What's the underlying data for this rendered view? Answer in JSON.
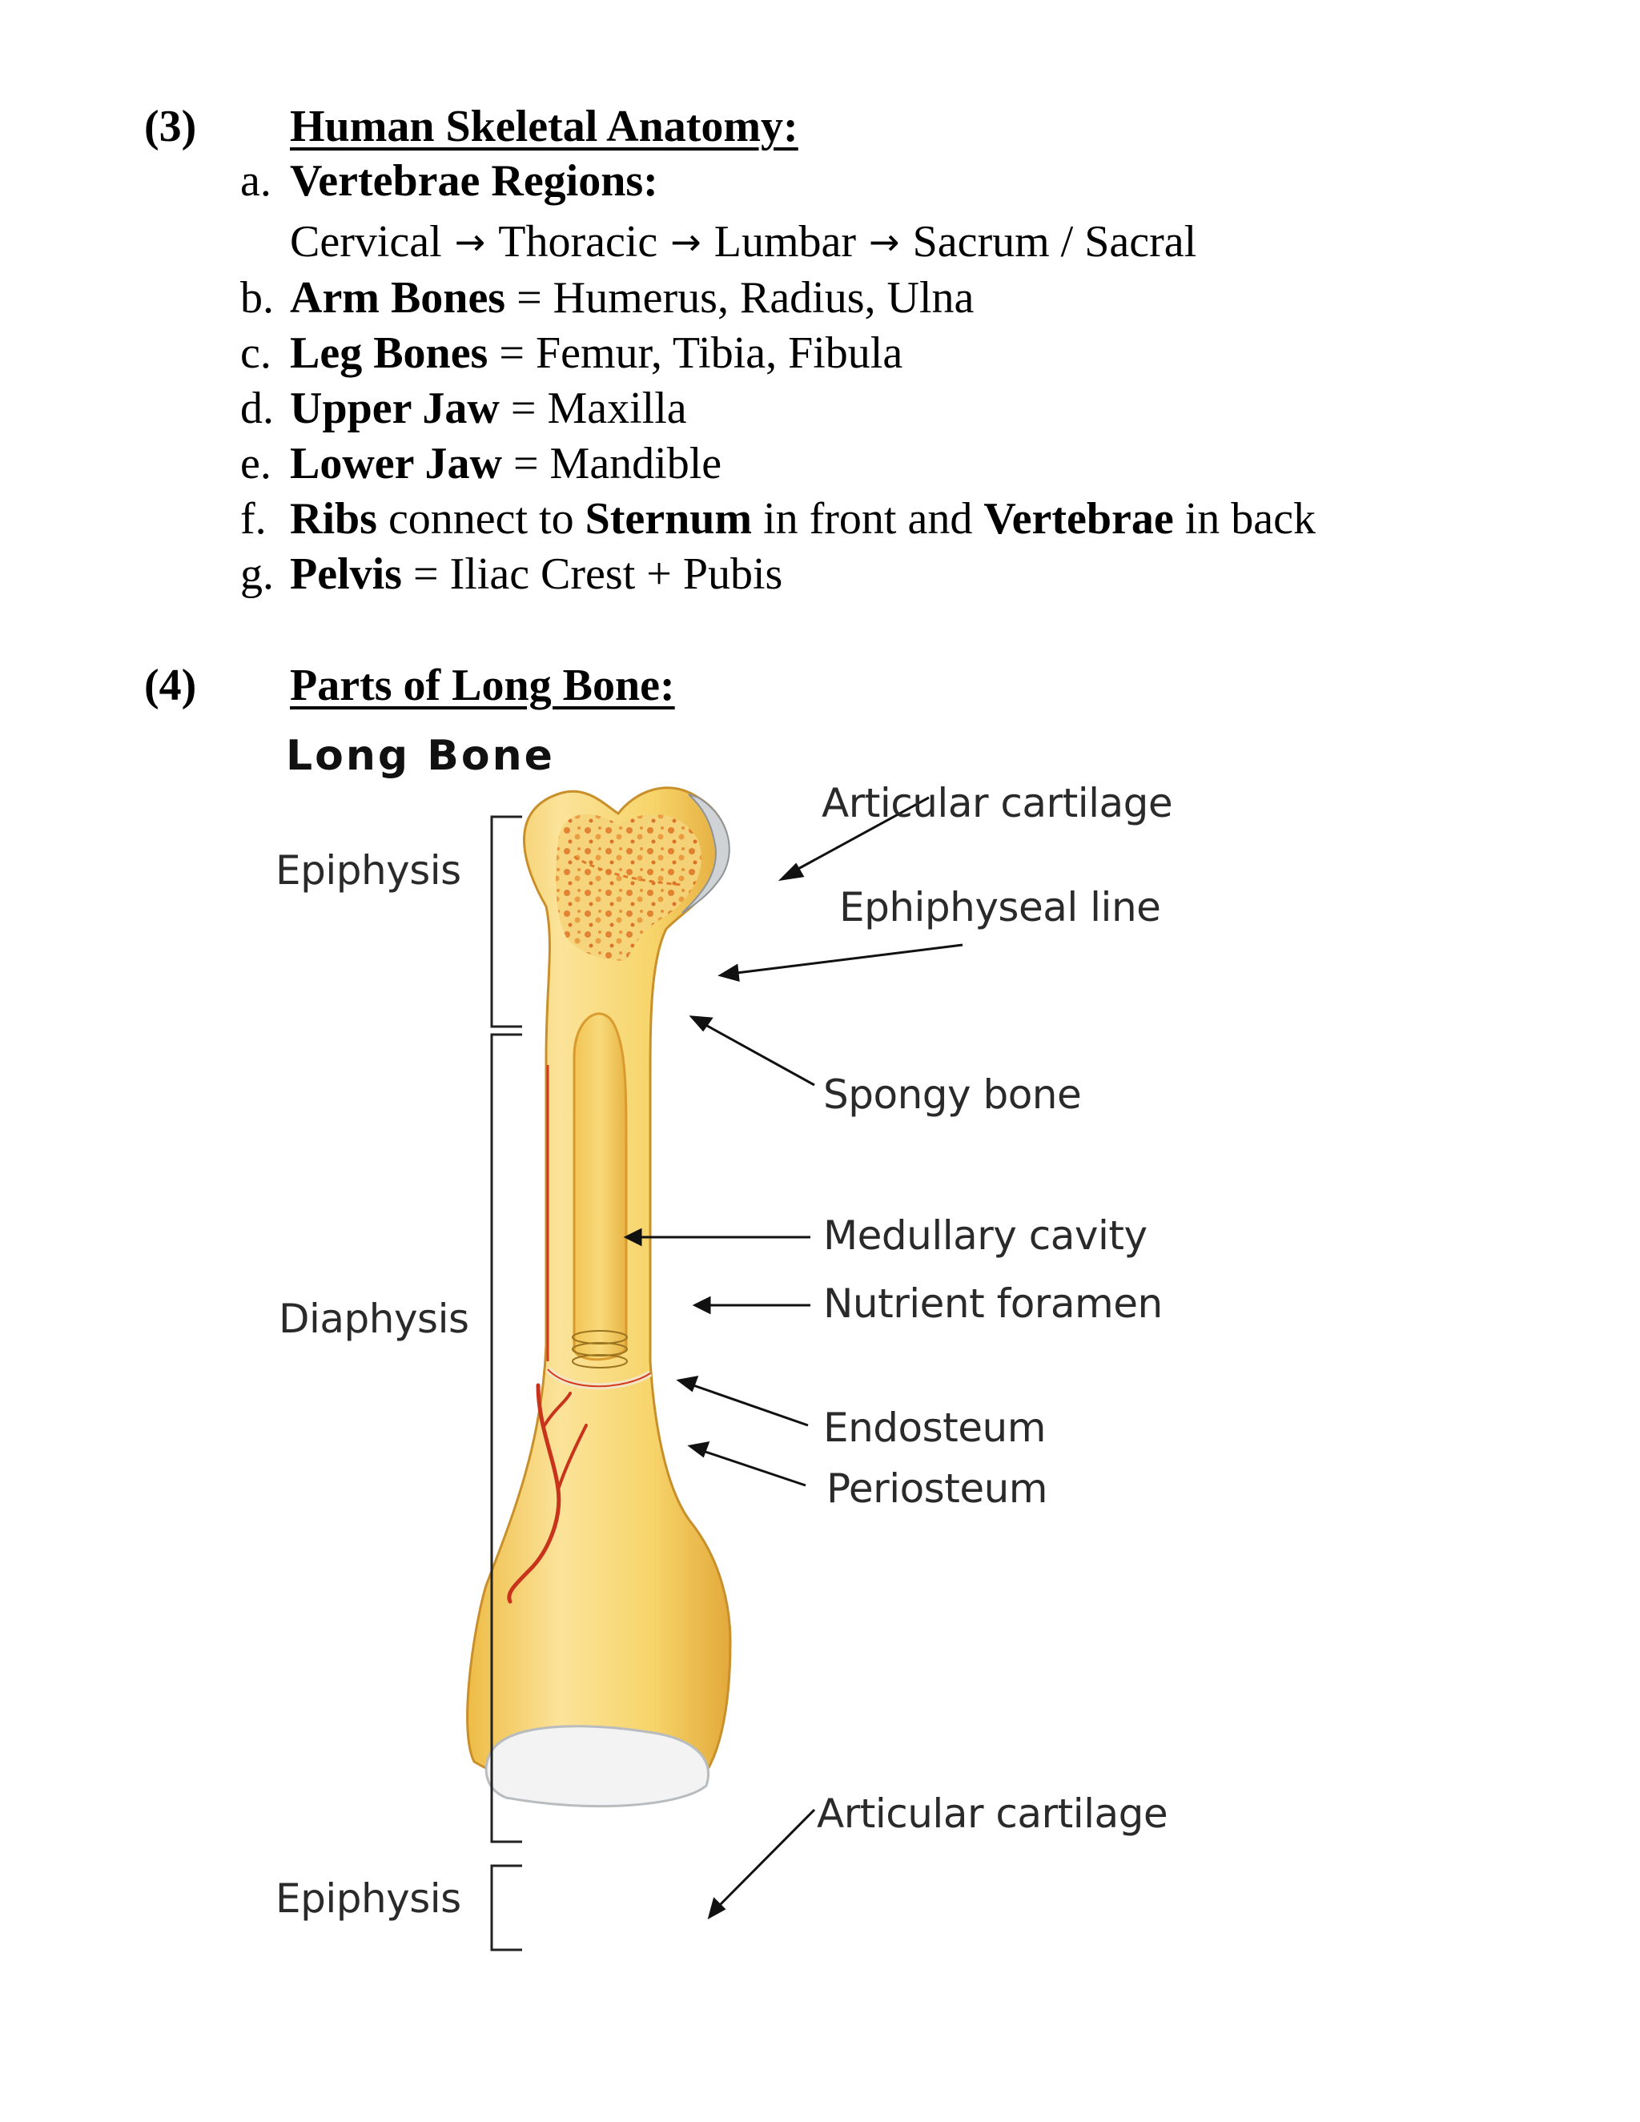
{
  "section3": {
    "number": "(3)",
    "title": "Human Skeletal Anatomy:",
    "items": [
      {
        "letter": "a.",
        "term": "Vertebrae Regions:"
      },
      {
        "letter": "b.",
        "term": "Arm Bones",
        "rest": " = Humerus, Radius, Ulna"
      },
      {
        "letter": "c.",
        "term": "Leg Bones",
        "rest": " = Femur, Tibia, Fibula"
      },
      {
        "letter": "d.",
        "term": "Upper Jaw",
        "rest": " = Maxilla"
      },
      {
        "letter": "e.",
        "term": "Lower Jaw",
        "rest": " = Mandible"
      },
      {
        "letter": "g.",
        "term": "Pelvis",
        "rest": " = Iliac Crest + Pubis"
      }
    ],
    "vertebrae_sequence": [
      "Cervical",
      "Thoracic",
      "Lumbar",
      "Sacrum / Sacral"
    ],
    "arrow_glyph": "→",
    "ribs_item": {
      "letter": "f.",
      "t1": "Ribs",
      "t2": " connect to ",
      "t3": "Sternum",
      "t4": " in front and ",
      "t5": "Vertebrae",
      "t6": " in back"
    }
  },
  "section4": {
    "number": "(4)",
    "title": "Parts of Long Bone:"
  },
  "diagram": {
    "title": "Long Bone",
    "regions": {
      "epiphysis_top": "Epiphysis",
      "diaphysis": "Diaphysis",
      "epiphysis_bottom": "Epiphysis"
    },
    "labels": {
      "articular_cartilage_top": "Articular cartilage",
      "epiphyseal_line": "Ephiphyseal line",
      "spongy_bone": "Spongy bone",
      "medullary_cavity": "Medullary cavity",
      "nutrient_foramen": "Nutrient foramen",
      "endosteum": "Endosteum",
      "periosteum": "Periosteum",
      "articular_cartilage_bottom": "Articular cartilage"
    },
    "colors": {
      "bone": "#f7d56b",
      "bone_light": "#fbe9a6",
      "bone_shadow": "#e8b53c",
      "spongy": "#e07a2a",
      "vessel": "#c8331b",
      "cartilage": "#f2f2f2",
      "bracket": "#222222"
    }
  }
}
